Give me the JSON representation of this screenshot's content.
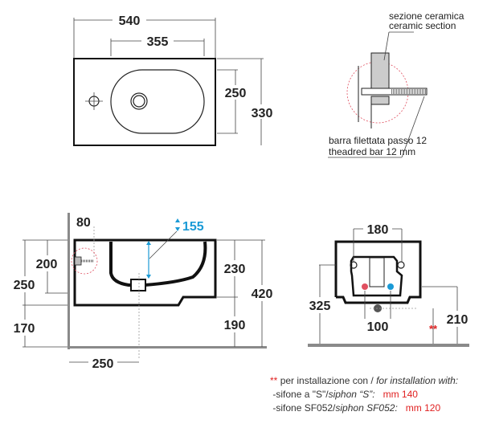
{
  "top_view": {
    "width": "540",
    "hole_to_edge": "355",
    "basin_depth": "250",
    "depth": "330"
  },
  "section_detail": {
    "label_it": "sezione ceramica",
    "label_en": "ceramic section",
    "bar_it": "barra filettata passo 12",
    "bar_en": "theadred bar 12 mm"
  },
  "side_view": {
    "fixing_offset": "80",
    "basin_inner_depth": "155",
    "fixing_height": "200",
    "height_250": "250",
    "clearance_170": "170",
    "height_230": "230",
    "clearance_190": "190",
    "total_420": "420",
    "drain_distance": "250"
  },
  "front_view": {
    "fixing_spacing": "180",
    "fixing_height": "325",
    "supply_spacing": "100",
    "drain_height": "210",
    "marker": "**"
  },
  "note": {
    "marker": "**",
    "line1_it": "per installazione con / ",
    "line1_en": "for installation with:",
    "line2_it": "-sifone a \"S\"/",
    "line2_en": "siphon “S”:",
    "line2_value": "mm 140",
    "line3_it": "-sifone SF052/",
    "line3_en": "siphon SF052:",
    "line3_value": "mm 120"
  },
  "colors": {
    "accent_blue": "#1a9ad6",
    "note_red": "#e02020",
    "floor": "#8a8a8a"
  }
}
